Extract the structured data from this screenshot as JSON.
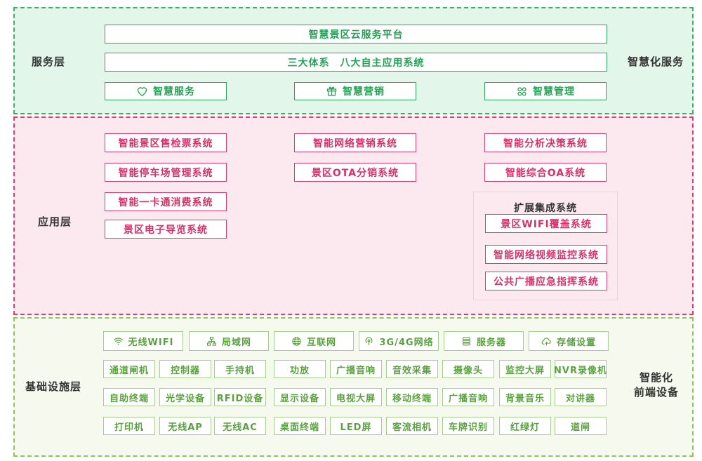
{
  "layers": {
    "service": {
      "label": "服务层",
      "right_label": "智慧化服务",
      "platform": "智慧景区云服务平台",
      "systems": "三大体系　八大自主应用系统",
      "buttons": [
        {
          "label": "智慧服务",
          "icon": "heart-icon"
        },
        {
          "label": "智慧营销",
          "icon": "gift-icon"
        },
        {
          "label": "智慧管理",
          "icon": "grid-circles-icon"
        }
      ]
    },
    "application": {
      "label": "应用层",
      "col1": [
        "智能景区售检票系统",
        "智能停车场管理系统",
        "智能一卡通消费系统",
        "景区电子导览系统"
      ],
      "col2": [
        "智能网络营销系统",
        "景区OTA分销系统"
      ],
      "col3": [
        "智能分析决策系统",
        "智能综合OA系统"
      ],
      "extension": {
        "title": "扩展集成系统",
        "items": [
          "景区WIFI覆盖系统",
          "智能网络视频监控系统",
          "公共广播应急指挥系统"
        ]
      }
    },
    "infrastructure": {
      "label": "基础设施层",
      "right_label_line1": "智能化",
      "right_label_line2": "前端设备",
      "network_row": [
        {
          "label": "无线WIFI",
          "icon": "wifi-icon"
        },
        {
          "label": "局域网",
          "icon": "lan-icon"
        },
        {
          "label": "互联网",
          "icon": "globe-icon"
        },
        {
          "label": "3G/4G网络",
          "icon": "signal-icon"
        },
        {
          "label": "服务器",
          "icon": "server-icon"
        },
        {
          "label": "存储设置",
          "icon": "cloud-storage-icon"
        }
      ],
      "device_rows": [
        [
          "通道闸机",
          "控制器",
          "手持机",
          "功放",
          "广播音响",
          "音效采集",
          "摄像头",
          "监控大屏",
          "NVR录像机"
        ],
        [
          "自助终端",
          "光学设备",
          "RFID设备",
          "显示设备",
          "电视大屏",
          "移动终端",
          "广播音响",
          "背景音乐",
          "对讲器"
        ],
        [
          "打印机",
          "无线AP",
          "无线AC",
          "桌面终端",
          "LED屏",
          "客流相机",
          "车牌识别",
          "红绿灯",
          "道闸"
        ]
      ]
    }
  },
  "colors": {
    "service_green_text": "#25a156",
    "service_border_dash": "#3fae68",
    "service_bg": "#e3f6ea",
    "app_pink_text": "#d4326b",
    "app_border_dash": "#e23a70",
    "app_bg": "#fce9f0",
    "infra_green_text": "#5aa23f",
    "infra_box_border": "#a8cd90",
    "infra_border_dash": "#8cc455",
    "infra_bg": "#f6faee",
    "label_dark": "#333333"
  }
}
